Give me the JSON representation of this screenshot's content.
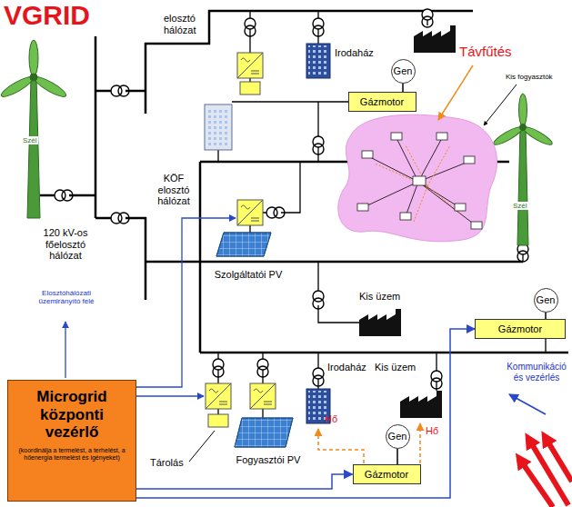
{
  "diagram": {
    "title": "VGRID",
    "nodes": [
      {
        "text": [
          "Gen"
        ]
      },
      {
        "text": [
          "Gázmotor"
        ]
      },
      {
        "text": [
          "Gen"
        ]
      },
      {
        "text": [
          "Gázmotor"
        ]
      },
      {
        "text": [
          "Gen"
        ]
      },
      {
        "text": [
          "Gázmotor"
        ]
      },
      {
        "text": [
          "Microgrid központi vezérlő",
          "(koordinálja a termelést, a terhelést, a hőenergia termelést és igényeket)"
        ]
      }
    ],
    "edges": [
      {
        "from": 0,
        "to": 1,
        "arrow": "none"
      },
      {
        "from": 2,
        "to": 3,
        "arrow": "none"
      },
      {
        "from": 4,
        "to": 5,
        "arrow": "none"
      },
      {
        "from": 6,
        "to": 3,
        "arrow": "to"
      },
      {
        "from": 6,
        "to": 5,
        "arrow": "to"
      }
    ],
    "labels": [
      "elosztó hálózat",
      "Irodaház",
      "Távfűtés",
      "Kis fogyasztók",
      "Szél",
      "Szél",
      "KÖF elosztó hálózat",
      "120 kV-os főelosztó hálózat",
      "Szolgáltatói PV",
      "Kis üzem",
      "Elosztóhálózati üzemirányító felé",
      "Irodaház",
      "Kis üzem",
      "Kommunikáció és vezérlés",
      "Hő",
      "Hő",
      "Fogyasztói PV",
      "Tárolás"
    ]
  }
}
